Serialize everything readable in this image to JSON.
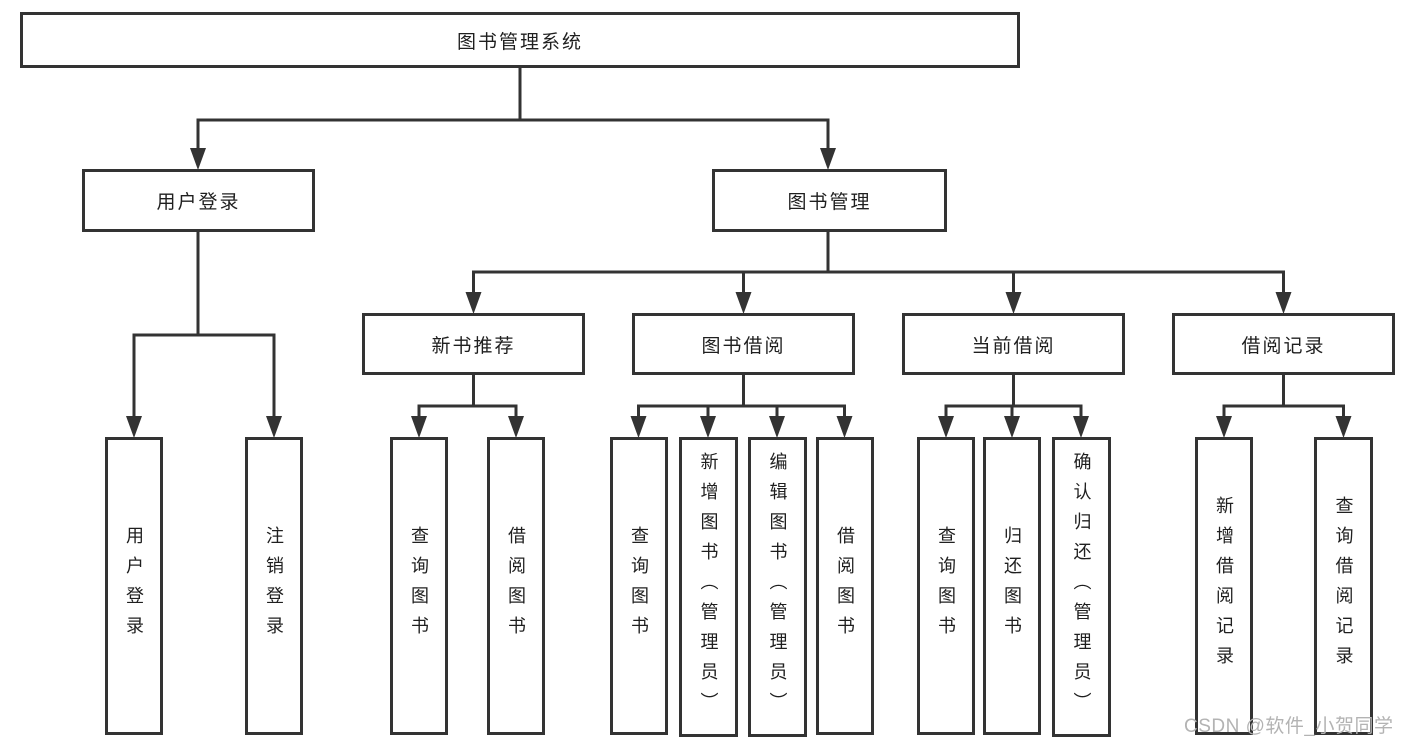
{
  "diagram_type": "hierarchy-flowchart",
  "title": "图书管理系统",
  "colors": {
    "line": "#333333",
    "box_border": "#333333",
    "box_fill": "#ffffff",
    "text": "#1f1f1f",
    "background": "#ffffff",
    "watermark_gray": "#b3b3b3"
  },
  "watermark": {
    "text": "CSDN @软件_小贺同学"
  },
  "tree": {
    "label": "图书管理系统",
    "children": [
      {
        "label": "用户登录",
        "children": [
          {
            "label": "用户登录"
          },
          {
            "label": "注销登录"
          }
        ]
      },
      {
        "label": "图书管理",
        "children": [
          {
            "label": "新书推荐",
            "children": [
              {
                "label": "查询图书"
              },
              {
                "label": "借阅图书"
              }
            ]
          },
          {
            "label": "图书借阅",
            "children": [
              {
                "label": "查询图书"
              },
              {
                "label": "新增图书（管理员）"
              },
              {
                "label": "编辑图书（管理员）"
              },
              {
                "label": "借阅图书"
              }
            ]
          },
          {
            "label": "当前借阅",
            "children": [
              {
                "label": "查询图书"
              },
              {
                "label": "归还图书"
              },
              {
                "label": "确认归还（管理员）"
              }
            ]
          },
          {
            "label": "借阅记录",
            "children": [
              {
                "label": "新增借阅记录"
              },
              {
                "label": "查询借阅记录"
              }
            ]
          }
        ]
      }
    ]
  }
}
